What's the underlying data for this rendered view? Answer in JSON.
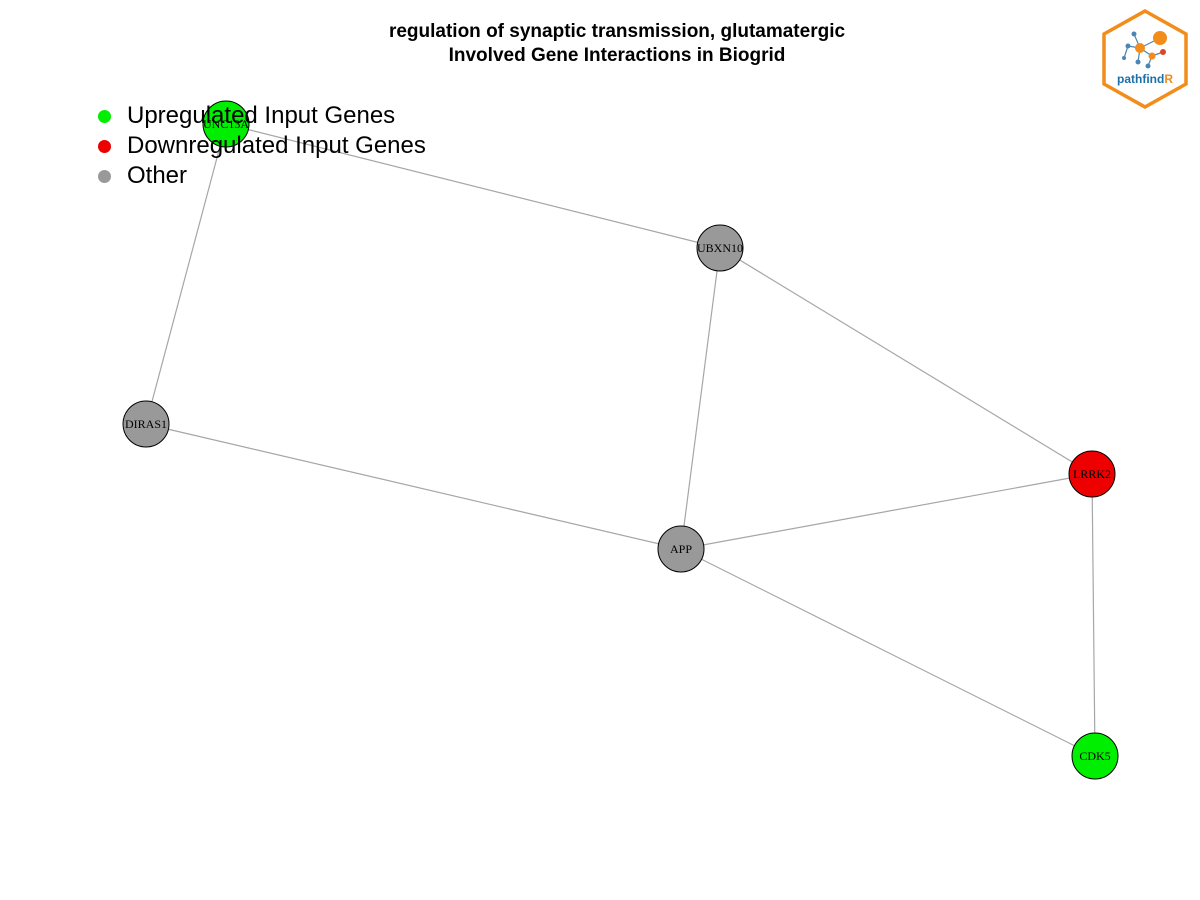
{
  "title": {
    "line1": "regulation of synaptic transmission, glutamatergic",
    "line2": "Involved Gene Interactions in Biogrid"
  },
  "legend": [
    {
      "label": "Upregulated Input Genes",
      "color": "#00ee00"
    },
    {
      "label": "Downregulated Input Genes",
      "color": "#ee0000"
    },
    {
      "label": "Other",
      "color": "#999999"
    }
  ],
  "network": {
    "nodes": [
      {
        "id": "UNC13A",
        "label": "UNC13A",
        "status": "up"
      },
      {
        "id": "UBXN10",
        "label": "UBXN10",
        "status": "other"
      },
      {
        "id": "DIRAS1",
        "label": "DIRAS1",
        "status": "other"
      },
      {
        "id": "APP",
        "label": "APP",
        "status": "other"
      },
      {
        "id": "LRRK2",
        "label": "LRRK2",
        "status": "down"
      },
      {
        "id": "CDK5",
        "label": "CDK5",
        "status": "up"
      }
    ],
    "edges": [
      [
        "UNC13A",
        "UBXN10"
      ],
      [
        "UNC13A",
        "DIRAS1"
      ],
      [
        "UBXN10",
        "APP"
      ],
      [
        "UBXN10",
        "LRRK2"
      ],
      [
        "DIRAS1",
        "APP"
      ],
      [
        "APP",
        "LRRK2"
      ],
      [
        "APP",
        "CDK5"
      ],
      [
        "LRRK2",
        "CDK5"
      ]
    ],
    "status_colors": {
      "up": "#00ee00",
      "down": "#ee0000",
      "other": "#999999"
    },
    "edge_color": "#a6a6a6"
  },
  "logo": {
    "text_main": "pathfind",
    "text_accent": "R",
    "border_color": "#f28c1a",
    "text_color": "#1e6fa8"
  }
}
